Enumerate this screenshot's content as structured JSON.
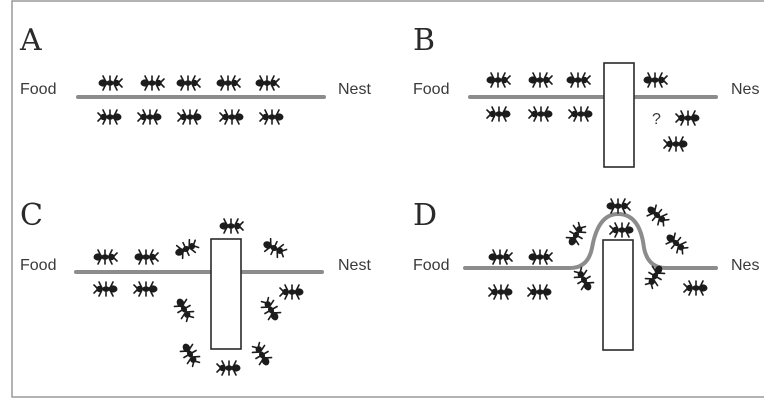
{
  "panels": [
    {
      "letter": "A",
      "food": "Food",
      "nest": "Nest"
    },
    {
      "letter": "B",
      "food": "Food",
      "nest": "Nes",
      "question": "?"
    },
    {
      "letter": "C",
      "food": "Food",
      "nest": "Nest"
    },
    {
      "letter": "D",
      "food": "Food",
      "nest": "Nes"
    }
  ],
  "icons": {
    "ant": "ant-icon",
    "obstacle": "obstacle-rect"
  },
  "colors": {
    "trail": "#8c8c8c",
    "ant": "#1c1c1c",
    "text": "#2a2a2a"
  }
}
